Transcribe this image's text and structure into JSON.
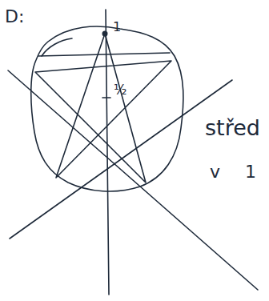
{
  "diagram": {
    "labels": [
      "D:",
      "1",
      "½",
      "střed",
      "v",
      "1"
    ]
  }
}
